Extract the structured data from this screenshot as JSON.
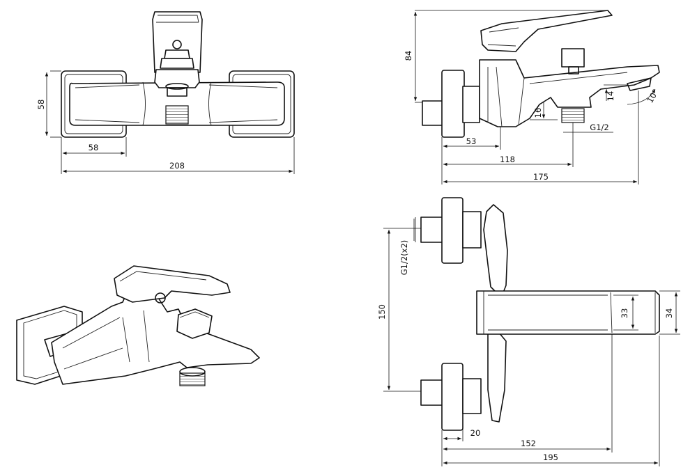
{
  "colors": {
    "line": "#111111",
    "background": "#ffffff"
  },
  "views": {
    "front": {
      "dim_height": "58",
      "dim_offset": "58",
      "dim_width": "208"
    },
    "side": {
      "dim_height": "84",
      "dim_offset1": "53",
      "dim_offset2": "118",
      "dim_width": "175",
      "dim_16": "16",
      "dim_14": "14",
      "angle": "10°",
      "thread": "G1/2"
    },
    "top": {
      "dim_inlet": "G1/2(x2)",
      "dim_center": "150",
      "dim_33": "33",
      "dim_34": "34",
      "dim_20": "20",
      "dim_152": "152",
      "dim_195": "195"
    }
  }
}
